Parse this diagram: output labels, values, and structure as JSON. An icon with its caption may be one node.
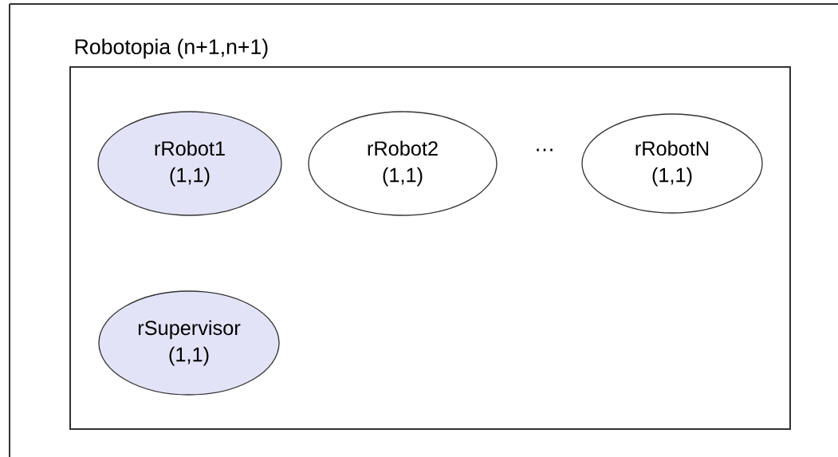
{
  "diagram": {
    "nodes": [
      {
        "text": [
          "Robotopia (n+1,n+1)"
        ]
      },
      {
        "text": [
          "rRobot1 (1,1)"
        ],
        "in": 0
      },
      {
        "text": [
          "rRobot2 (1,1)"
        ],
        "in": 0
      },
      {
        "text": [
          "rRobotN (1,1)"
        ],
        "in": 0
      },
      {
        "text": [
          "rSupervisor (1,1)"
        ],
        "in": 0
      }
    ],
    "labels": [
      "…"
    ]
  }
}
